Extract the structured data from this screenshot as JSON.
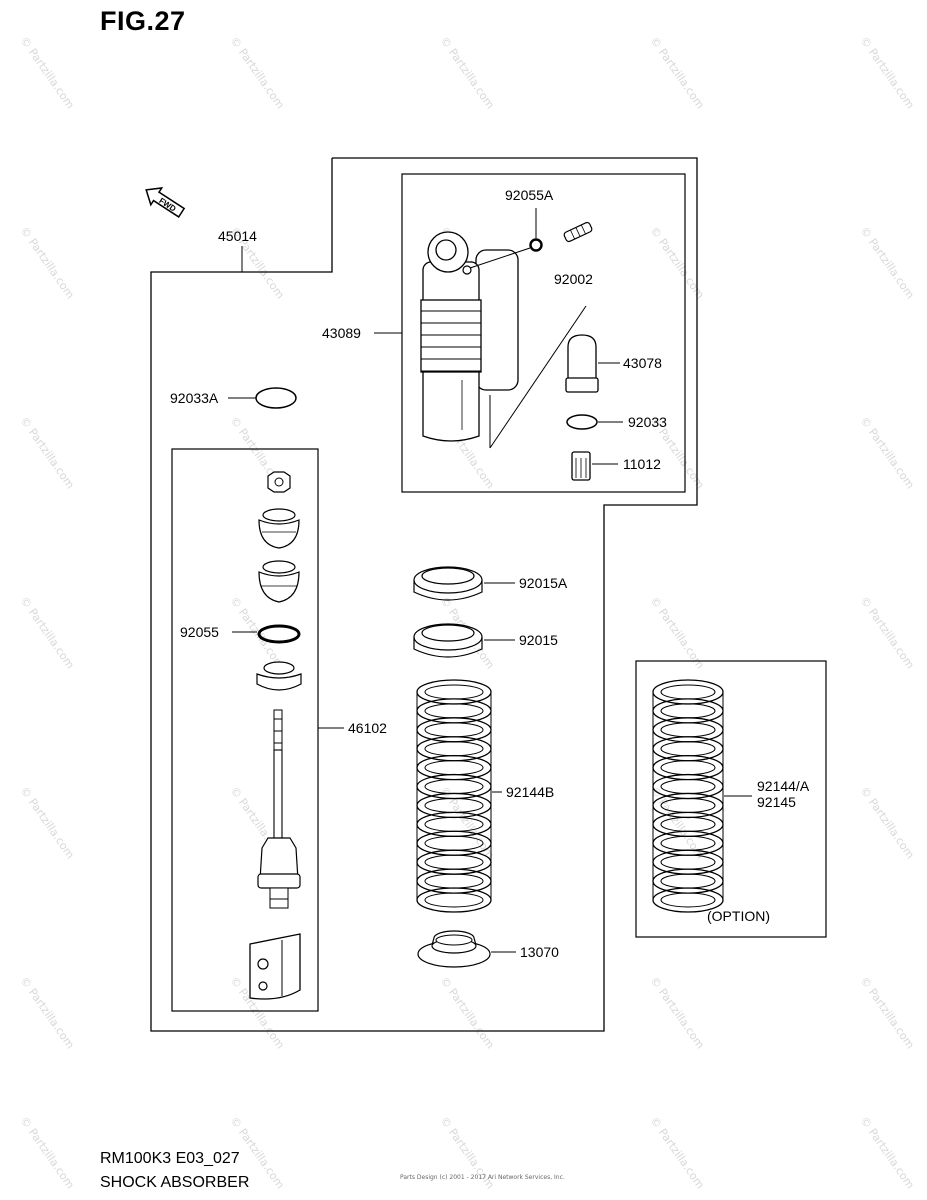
{
  "figure": {
    "title": "FIG.27",
    "code": "RM100K3 E03_027",
    "name": "SHOCK ABSORBER",
    "copyright": "Parts Design (c) 2001 - 2017 Ari Network Services, Inc.",
    "watermark": "© Partzilla.com",
    "fwd_label": "FWD"
  },
  "parts": {
    "p45014": "45014",
    "p92055A": "92055A",
    "p92002": "92002",
    "p43089": "43089",
    "p43078": "43078",
    "p92033A": "92033A",
    "p92033": "92033",
    "p11012": "11012",
    "p92015A": "92015A",
    "p92055": "92055",
    "p92015": "92015",
    "p46102": "46102",
    "p92144B": "92144B",
    "p92144A": "92144/A",
    "p92145": "92145",
    "option": "(OPTION)",
    "p13070": "13070"
  },
  "colors": {
    "line": "#000000",
    "watermark": "#d8d8d8"
  }
}
